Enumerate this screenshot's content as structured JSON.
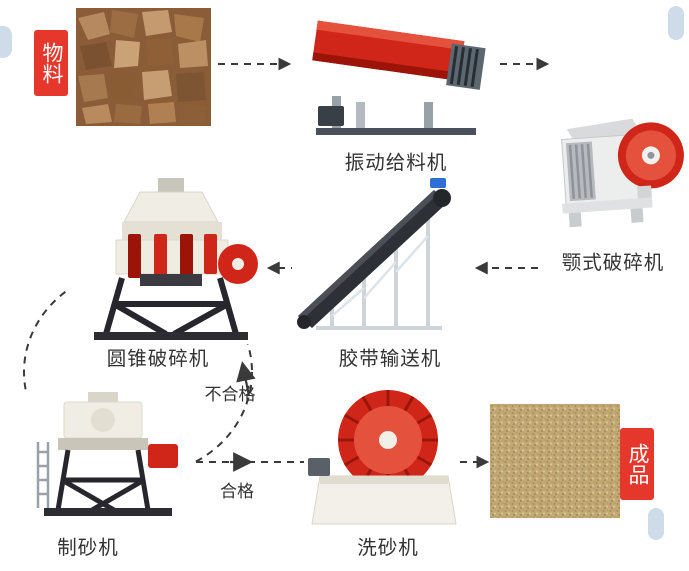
{
  "colors": {
    "accent_red": "#e5372b",
    "machine_red": "#d0261a",
    "machine_red_dark": "#9c1408",
    "machine_red_light": "#e4513c",
    "line": "#3a3a3a",
    "label": "#333333",
    "pill": "#cddce8"
  },
  "badges": {
    "material": "物料",
    "product": "成品"
  },
  "labels": {
    "feeder": "振动给料机",
    "jaw": "颚式破碎机",
    "cone": "圆锥破碎机",
    "belt": "胶带输送机",
    "sandmaker": "制砂机",
    "washer": "洗砂机"
  },
  "edges": {
    "unqualified": "不合格",
    "qualified": "合格"
  }
}
